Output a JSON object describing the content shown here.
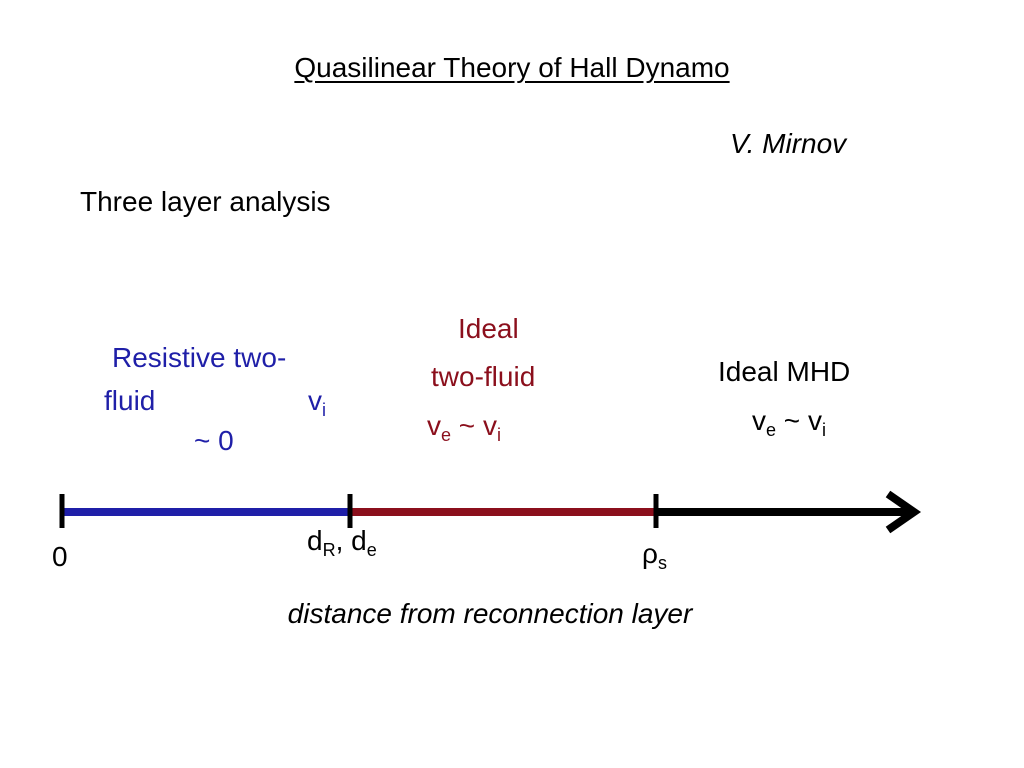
{
  "title": "Quasilinear Theory of Hall Dynamo",
  "author": "V. Mirnov",
  "subtitle": "Three layer analysis",
  "regions": {
    "resistive": {
      "line1": "Resistive two-",
      "line2": "fluid",
      "v": "v",
      "v_sub": "i",
      "approx": "~ 0",
      "color": "#1f1fa8"
    },
    "ideal_two_fluid": {
      "line1": "Ideal",
      "line2": "two-fluid",
      "v1": "v",
      "v1_sub": "e",
      "tilde": " ~ ",
      "v2": "v",
      "v2_sub": "i",
      "color": "#8b0f1c"
    },
    "ideal_mhd": {
      "line1": "Ideal MHD",
      "v1": "v",
      "v1_sub": "e",
      "tilde": " ~ ",
      "v2": "v",
      "v2_sub": "i",
      "color": "#000000"
    }
  },
  "axis": {
    "origin_label": "0",
    "tick1_main": "d",
    "tick1_sub": "R",
    "tick1_sep": ", ",
    "tick1_main2": "d",
    "tick1_sub2": "e",
    "tick2_symbol": "ρ",
    "tick2_sub": "s",
    "caption": "distance from reconnection layer"
  }
}
